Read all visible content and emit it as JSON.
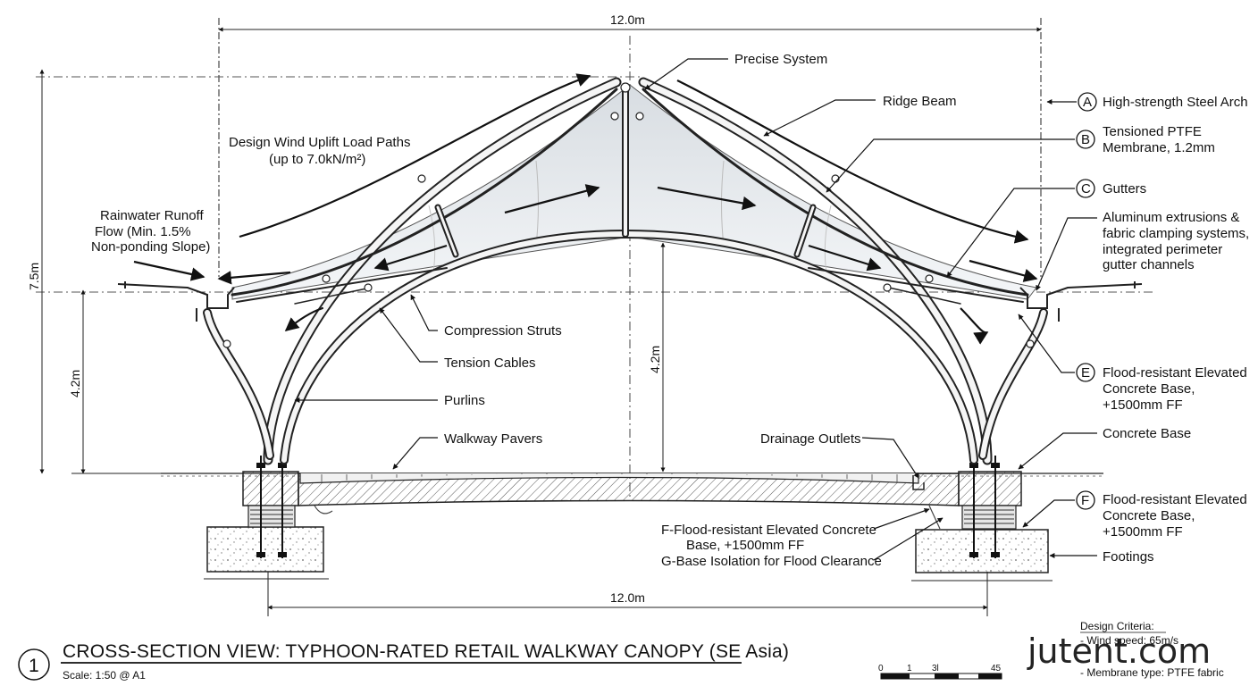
{
  "dimensions": {
    "span_top": "12.0m",
    "span_bottom": "12.0m",
    "height_total": "7.5m",
    "height_column": "4.2m",
    "height_center": "4.2m"
  },
  "labels": {
    "precise_system": "Precise System",
    "ridge_beam": "Ridge Beam",
    "wind_1": "Design Wind Uplift Load Paths",
    "wind_2": "(up to 7.0kN/m²)",
    "rain_1": "Rainwater Runoff",
    "rain_2": "Flow (Min. 1.5%",
    "rain_3": "Non-ponding Slope)",
    "compression_struts": "Compression Struts",
    "tension_cables": "Tension Cables",
    "purlins": "Purlins",
    "walkway_pavers": "Walkway Pavers",
    "drainage_outlets": "Drainage Outlets",
    "f_base_1": "F-Flood-resistant Elevated Concrete",
    "f_base_2": "Base, +1500mm FF",
    "g_base": "G-Base Isolation for Flood Clearance"
  },
  "legend": {
    "a_letter": "A",
    "a_text": "High-strength Steel Arch",
    "b_letter": "B",
    "b_text_1": "Tensioned PTFE",
    "b_text_2": "Membrane, 1.2mm",
    "c_letter": "C",
    "c_text": "Gutters",
    "alum_1": "Aluminum extrusions &",
    "alum_2": "fabric clamping systems,",
    "alum_3": "integrated perimeter",
    "alum_4": "gutter channels",
    "e_letter": "E",
    "e_text_1": "Flood-resistant Elevated",
    "e_text_2": "Concrete Base,",
    "e_text_3": "+1500mm FF",
    "concrete_base": "Concrete Base",
    "f_letter": "F",
    "f_text_1": "Flood-resistant Elevated",
    "f_text_2": "Concrete Base,",
    "f_text_3": "+1500mm FF",
    "footings": "Footings"
  },
  "title_block": {
    "number": "1",
    "title": "CROSS-SECTION VIEW: TYPHOON-RATED RETAIL WALKWAY CANOPY (SE Asia)",
    "scale": "Scale: 1:50 @ A1",
    "scalebar_0": "0",
    "scalebar_1": "1",
    "scalebar_3": "3l",
    "scalebar_45": "45"
  },
  "criteria": {
    "heading": "Design Criteria:",
    "line1": "- Wind speed: 65m/s",
    "line3": "- Membrane type: PTFE fabric"
  },
  "watermark": "jutent.com"
}
